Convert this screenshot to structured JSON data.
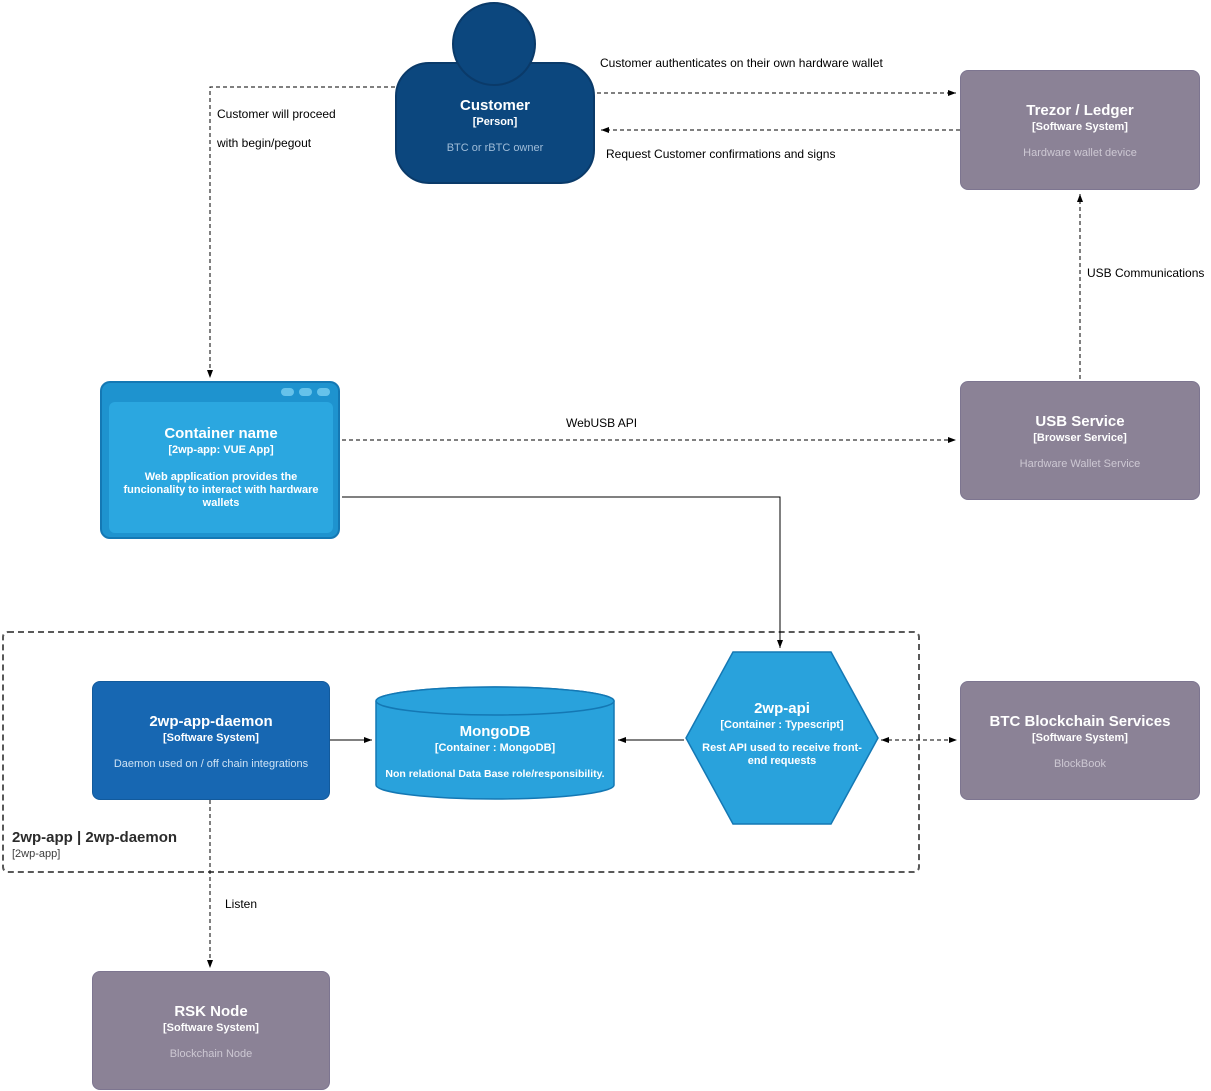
{
  "diagram": {
    "nodes": {
      "customer": {
        "title": "Customer",
        "type": "[Person]",
        "subtitle": "BTC or rBTC owner"
      },
      "trezor": {
        "title": "Trezor / Ledger",
        "type": "[Software System]",
        "subtitle": "Hardware wallet device"
      },
      "webapp": {
        "title": "Container name",
        "type": "[2wp-app: VUE App]",
        "subtitle": "Web application provides the funcionality to interact with hardware wallets"
      },
      "usb": {
        "title": "USB Service",
        "type": "[Browser Service]",
        "subtitle": "Hardware Wallet Service"
      },
      "daemon": {
        "title": "2wp-app-daemon",
        "type": "[Software System]",
        "subtitle": "Daemon used on / off chain integrations"
      },
      "mongo": {
        "title": "MongoDB",
        "type": "[Container : MongoDB]",
        "subtitle": "Non relational Data Base role/responsibility."
      },
      "api": {
        "title": "2wp-api",
        "type": "[Container : Typescript]",
        "subtitle": "Rest API used to receive front-end requests"
      },
      "btc": {
        "title": "BTC Blockchain Services",
        "type": "[Software System]",
        "subtitle": "BlockBook"
      },
      "rsk": {
        "title": "RSK Node",
        "type": "[Software System]",
        "subtitle": "Blockchain Node"
      }
    },
    "boundary": {
      "title": "2wp-app | 2wp-daemon",
      "type": "[2wp-app]"
    },
    "edges": {
      "auth": "Customer authenticates on their own hardware wallet",
      "confirms": "Request Customer confirmations and signs",
      "proceed_line1": "Customer will proceed",
      "proceed_line2": "with begin/pegout",
      "webusb": "WebUSB API",
      "usb_comm": "USB Communications",
      "listen": "Listen"
    },
    "colors": {
      "person": "#0C477E",
      "container_blue": "#29A2DC",
      "daemon_blue": "#1767B2",
      "external_gray": "#8B8296",
      "line": "#000000"
    }
  }
}
